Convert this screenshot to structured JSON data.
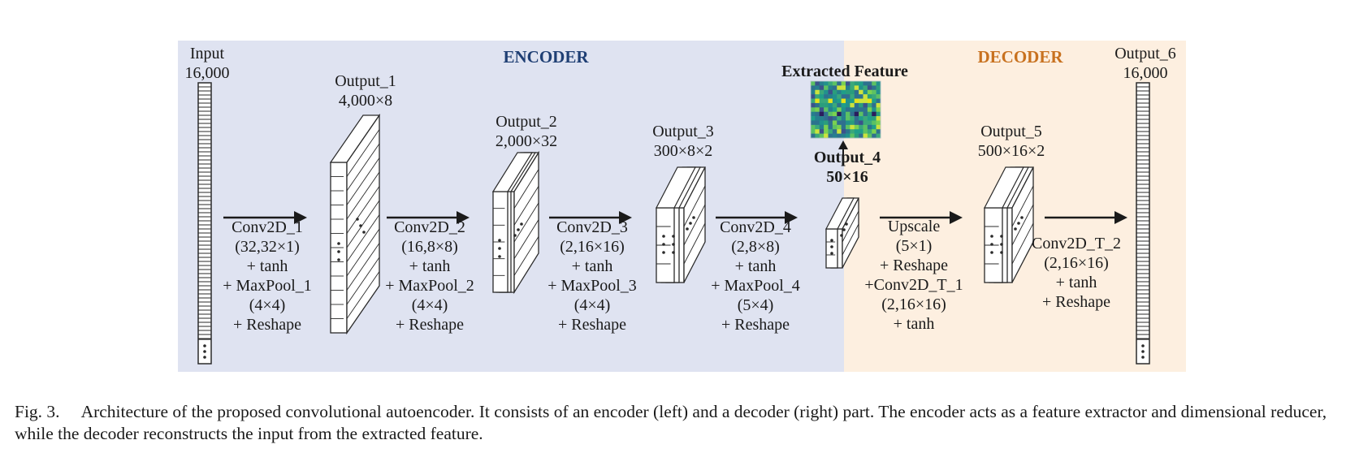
{
  "encoder": {
    "title": "ENCODER",
    "color": "#1f3f74",
    "bg": "#dfe3f1"
  },
  "decoder": {
    "title": "DECODER",
    "color": "#c8711f",
    "bg": "#fdefe0"
  },
  "extracted_feature": {
    "title": "Extracted Feature"
  },
  "outputs": [
    {
      "name": "Input",
      "dims": "16,000"
    },
    {
      "name": "Output_1",
      "dims": "4,000×8"
    },
    {
      "name": "Output_2",
      "dims": "2,000×32"
    },
    {
      "name": "Output_3",
      "dims": "300×8×2"
    },
    {
      "name": "Output_4",
      "dims": "50×16"
    },
    {
      "name": "Output_5",
      "dims": "500×16×2"
    },
    {
      "name": "Output_6",
      "dims": "16,000"
    }
  ],
  "operations": [
    "Conv2D_1\n(32,32×1)\n+ tanh\n+ MaxPool_1\n(4×4)\n+ Reshape",
    "Conv2D_2\n(16,8×8)\n+ tanh\n+ MaxPool_2\n(4×4)\n+ Reshape",
    "Conv2D_3\n(2,16×16)\n+ tanh\n+ MaxPool_3\n(4×4)\n+ Reshape",
    "Conv2D_4\n(2,8×8)\n+ tanh\n+ MaxPool_4\n(5×4)\n+ Reshape",
    "Upscale\n(5×1)\n+ Reshape\n+Conv2D_T_1\n(2,16×16)\n+ tanh",
    "Conv2D_T_2\n(2,16×16)\n+ tanh\n+ Reshape"
  ],
  "caption": {
    "label": "Fig. 3.",
    "text": "Architecture of the proposed convolutional autoencoder. It consists of an encoder (left) and a decoder (right) part. The encoder acts as a feature extractor and dimensional reducer, while the decoder reconstructs the input from the extracted feature."
  }
}
